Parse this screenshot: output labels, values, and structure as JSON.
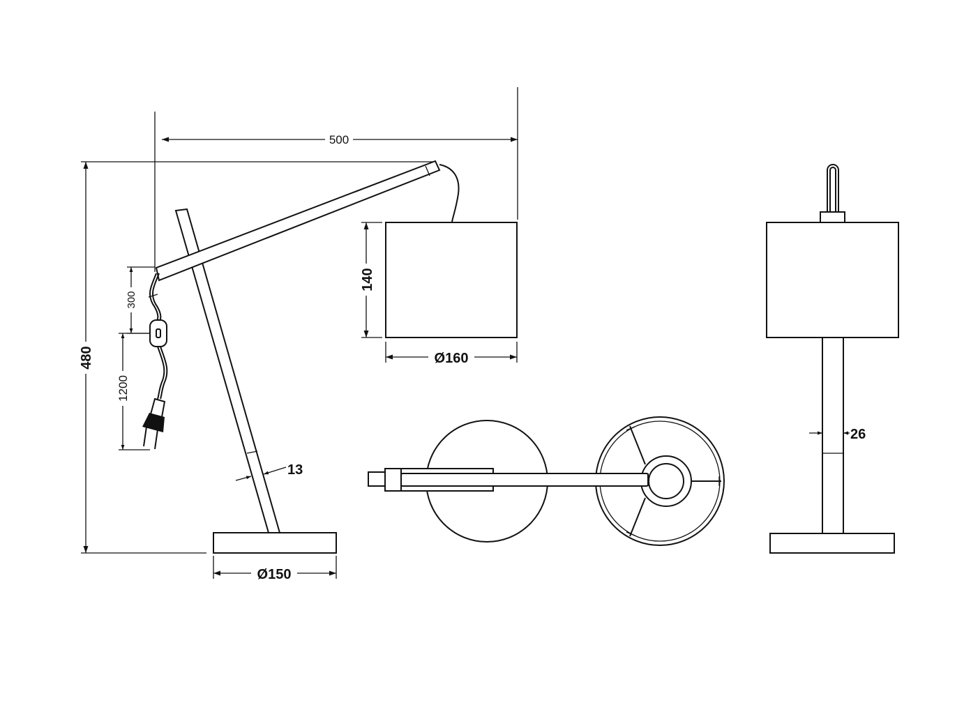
{
  "dimensions": {
    "reach": "500",
    "height": "480",
    "shade_height": "140",
    "shade_diameter": "Ø160",
    "base_diameter": "Ø150",
    "pole_width_side": "13",
    "pole_width_front": "26",
    "cable_to_switch": "300",
    "cable_to_plug": "1200"
  },
  "colors": {
    "line": "#111111",
    "background": "#ffffff"
  }
}
